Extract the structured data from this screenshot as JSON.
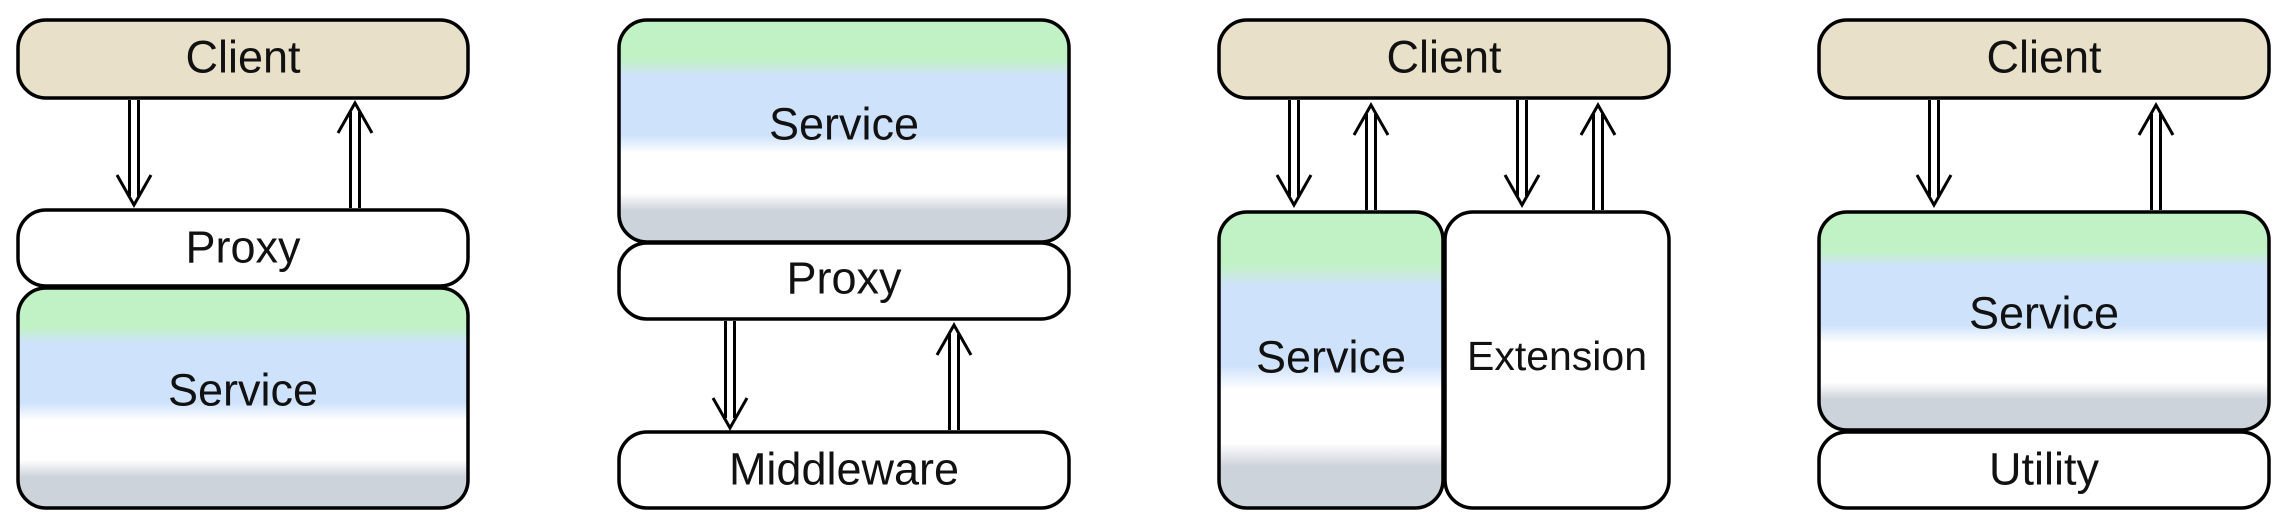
{
  "colors": {
    "client": "#e8e0c8",
    "service_green": "#c1f2c6",
    "service_blue": "#cfe2fb",
    "service_white": "#ffffff",
    "service_gray": "#cdd3db",
    "stroke": "#000000"
  },
  "panels": [
    {
      "labels": {
        "client": "Client",
        "proxy": "Proxy",
        "service": "Service"
      }
    },
    {
      "labels": {
        "service": "Service",
        "proxy": "Proxy",
        "middleware": "Middleware"
      }
    },
    {
      "labels": {
        "client": "Client",
        "service": "Service",
        "extension": "Extension"
      }
    },
    {
      "labels": {
        "client": "Client",
        "service": "Service",
        "utility": "Utility"
      }
    }
  ]
}
